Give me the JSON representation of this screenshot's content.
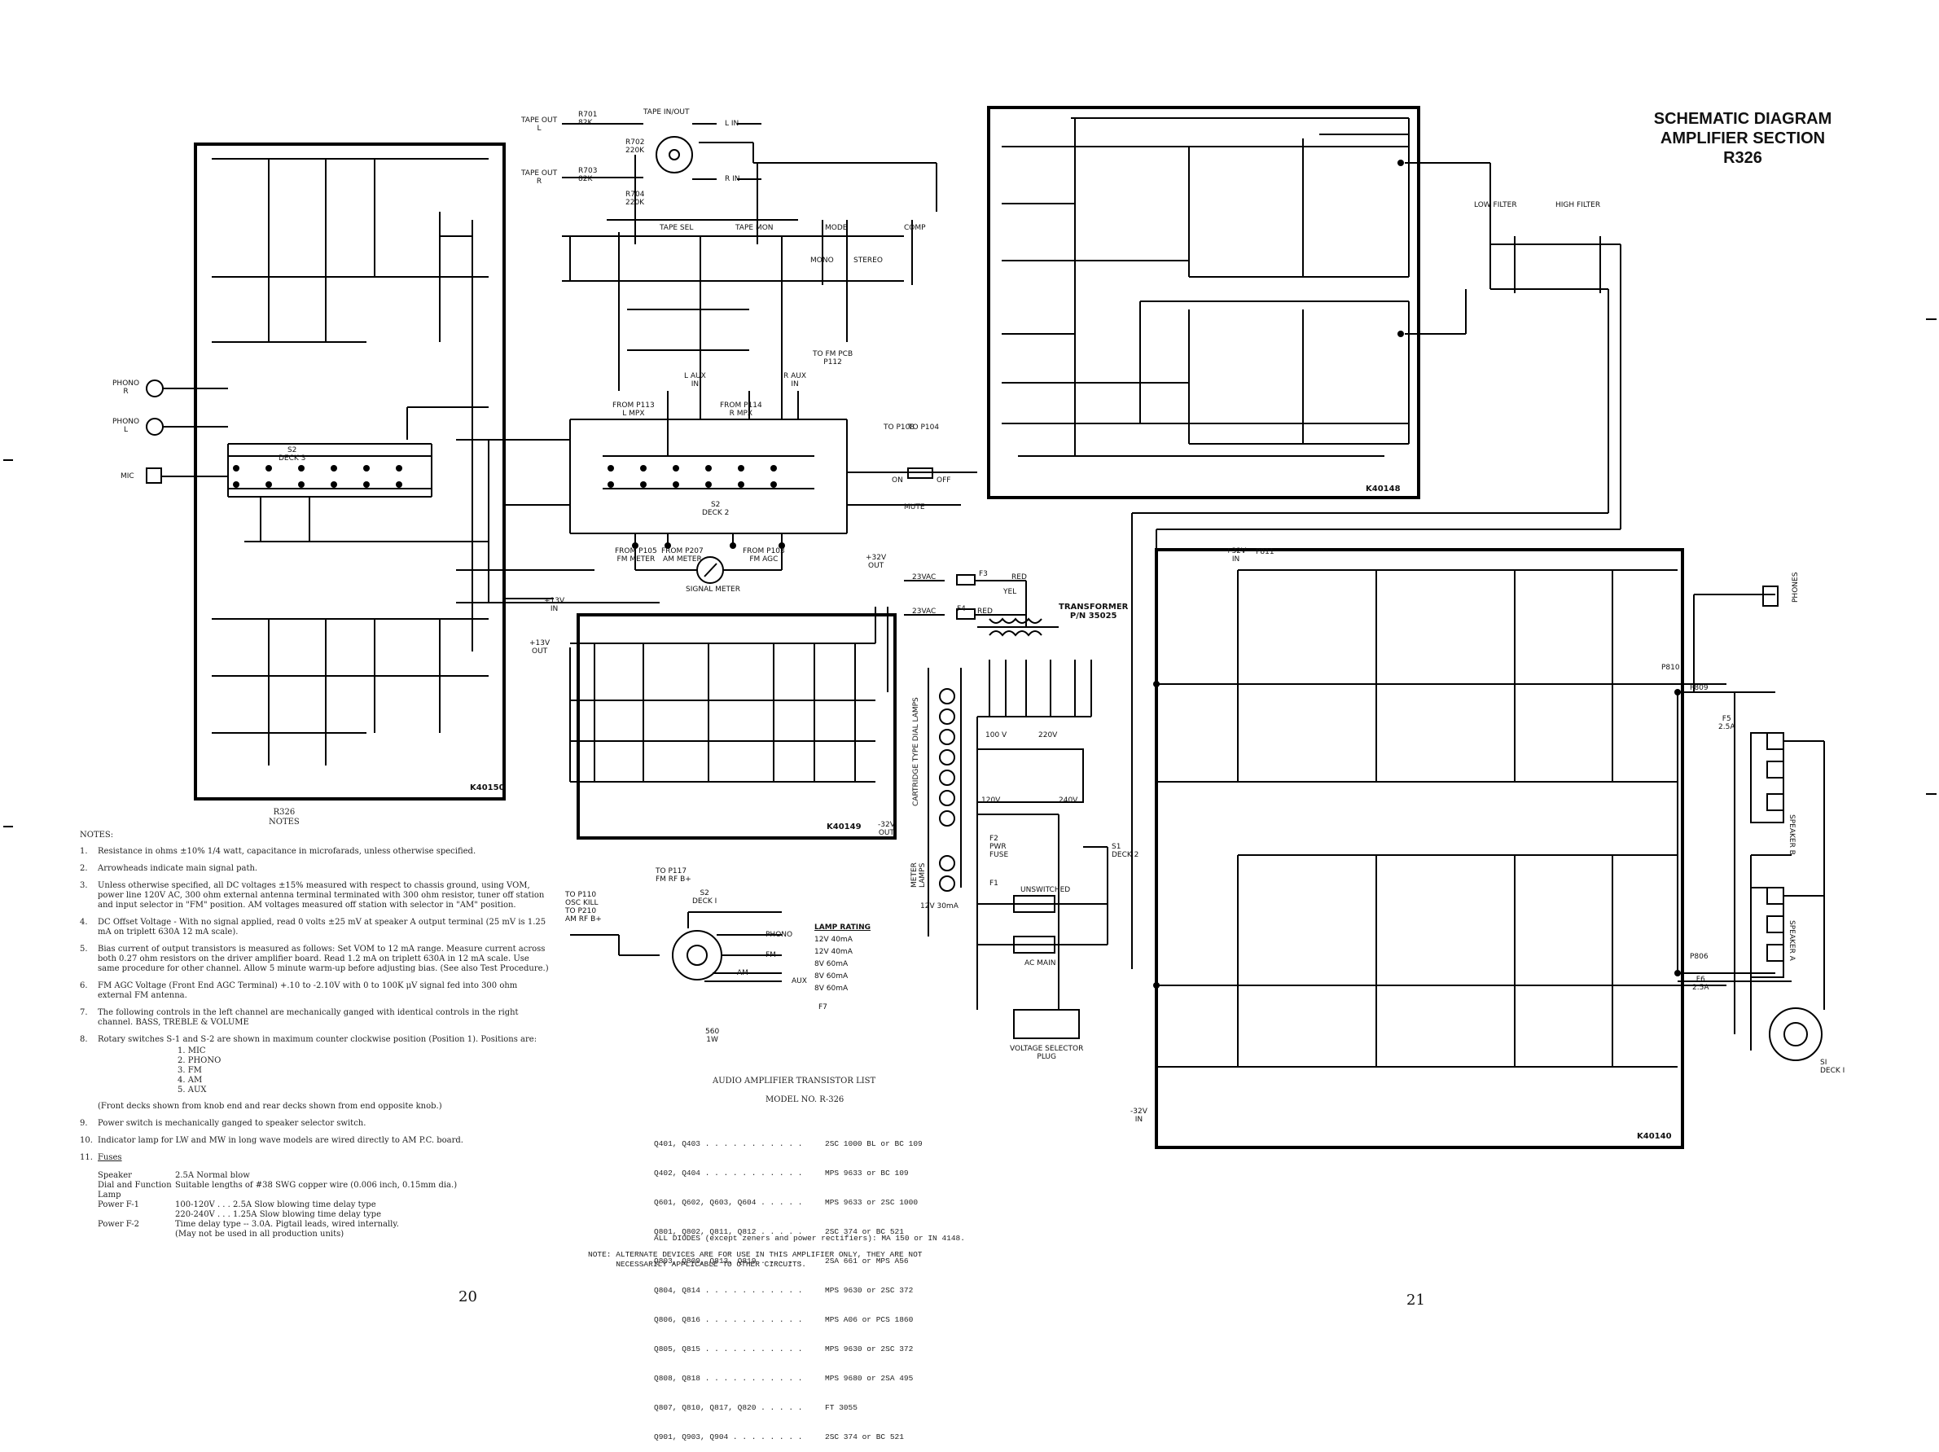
{
  "title": {
    "line1": "SCHEMATIC DIAGRAM",
    "line2": "AMPLIFIER SECTION",
    "line3": "R326"
  },
  "boards": {
    "preamp": "K40150",
    "power_supply": "K40149",
    "tone": "K40148",
    "output": "K40140"
  },
  "labels": {
    "tape_in_out": "TAPE IN/OUT",
    "tape_out_l": "TAPE OUT\nL",
    "tape_out_r": "TAPE OUT\nR",
    "r701": "R701\n82K",
    "r703": "R703\n82K",
    "r702": "R702\n220K",
    "r704": "R704\n220K",
    "l_in": "L IN",
    "r_in": "R IN",
    "tape_sel": "TAPE SEL",
    "tape_mon": "TAPE MON",
    "mode": "MODE",
    "mono": "MONO",
    "stereo": "STEREO",
    "comp": "COMP",
    "to_fm_pcb": "TO FM PCB\nP112",
    "low_filter": "LOW FILTER",
    "high_filter": "HIGH FILTER",
    "phono_r": "PHONO\nR",
    "phono_l": "PHONO\nL",
    "mic": "MIC",
    "s2_deck3": "S2\nDECK 3",
    "s2_deck2": "S2\nDECK 2",
    "signal_meter": "SIGNAL METER",
    "from_p105": "FROM P105\nFM METER",
    "from_p207": "FROM P207\nAM METER",
    "from_p103": "FROM P103\nFM AGC",
    "from_p113": "FROM P113\nL MPX",
    "from_p114": "FROM P114\nR MPX",
    "l_aux_in": "L AUX\nIN",
    "r_aux_in": "R AUX\nIN",
    "mute": "MUTE",
    "on": "ON",
    "off": "OFF",
    "to_p108": "TO P108",
    "to_p104": "TO P104",
    "plus13v_in": "+13V\nIN",
    "plus13v_out": "+13V\nOUT",
    "plus32v_out": "+32V\nOUT",
    "minus32v_out": "-32V\nOUT",
    "vac23": "23VAC",
    "f3": "F3",
    "f4": "F4",
    "red": "RED",
    "yel": "YEL",
    "transformer": "TRANSFORMER\nP/N 35025",
    "cartridge_lamps": "CARTRIDGE TYPE DIAL LAMPS",
    "meter_lamps": "METER\nLAMPS",
    "lamp_12v": "12V 30mA",
    "v100": "100 V",
    "v220": "220V",
    "v120": "120V",
    "v240": "240V",
    "f2_pwr_fuse": "F2\nPWR\nFUSE",
    "f1": "F1",
    "unswitched": "UNSWITCHED",
    "ac_main": "AC MAIN",
    "s1_deck2": "S1\nDECK 2",
    "voltage_selector": "VOLTAGE SELECTOR\nPLUG",
    "s2_deck1": "S2\nDECK I",
    "to_p110": "TO P110\nOSC KILL\nTO P210\nAM RF B+",
    "to_p117": "TO P117\nFM RF B+",
    "phono": "PHONO",
    "fm": "FM",
    "am": "AM",
    "aux": "AUX",
    "f7": "F7",
    "r560": "560\n1W",
    "phones": "PHONES",
    "speaker_a": "SPEAKER A",
    "speaker_b": "SPEAKER B",
    "s1_deck1": "SI\nDECK I",
    "plus32v_in": "+32V\nIN",
    "minus32v_in": "-32V\nIN",
    "f5": "F5\n2.5A",
    "f6": "F6\n2.5A",
    "p811": "P811",
    "p806": "P806",
    "p809": "P809",
    "p810": "P810"
  },
  "lamp_rating": {
    "header": "LAMP RATING",
    "rows": [
      "12V 40mA",
      "12V 40mA",
      "8V 60mA",
      "8V 60mA",
      "8V 60mA"
    ]
  },
  "notes_title": "R326\nNOTES",
  "notes_heading": "NOTES:",
  "notes": [
    {
      "n": "1.",
      "text": "Resistance in ohms ±10% 1/4 watt, capacitance in microfarads, unless otherwise specified."
    },
    {
      "n": "2.",
      "text": "Arrowheads indicate main signal path."
    },
    {
      "n": "3.",
      "text": "Unless otherwise specified, all DC voltages ±15% measured with respect to chassis ground, using VOM, power line 120V AC, 300 ohm external antenna terminal terminated with 300 ohm resistor, tuner off station and input selector in \"FM\" position. AM voltages measured off station with selector in \"AM\" position."
    },
    {
      "n": "4.",
      "text": "DC Offset Voltage - With no signal applied, read 0 volts ±25 mV at speaker A output terminal (25 mV is 1.25 mA on triplett 630A 12 mA scale)."
    },
    {
      "n": "5.",
      "text": "Bias current of output transistors is measured as follows: Set VOM to 12 mA range. Measure current across both 0.27 ohm resistors on the driver amplifier board. Read 1.2 mA on triplett 630A in 12 mA scale. Use same procedure for other channel. Allow 5 minute warm-up before adjusting bias. (See also Test Procedure.)"
    },
    {
      "n": "6.",
      "text": "FM AGC Voltage (Front End AGC Terminal) +.10 to -2.10V with 0 to 100K μV signal fed into 300 ohm external FM antenna."
    },
    {
      "n": "7.",
      "text": "The following controls in the left channel are mechanically ganged with identical controls in the right channel. BASS, TREBLE & VOLUME"
    },
    {
      "n": "8.",
      "text": "Rotary switches S-1 and S-2 are shown in maximum counter clockwise position (Position 1). Positions are:"
    }
  ],
  "positions": [
    "1.  MIC",
    "2.  PHONO",
    "3.  FM",
    "4.  AM",
    "5.  AUX"
  ],
  "notes_after": [
    {
      "n": "",
      "text": "(Front decks shown from knob end and rear decks shown from end opposite knob.)"
    },
    {
      "n": "9.",
      "text": "Power switch is mechanically ganged to speaker selector switch."
    },
    {
      "n": "10.",
      "text": "Indicator lamp for LW and MW in long wave models are wired directly to AM P.C. board."
    },
    {
      "n": "11.",
      "text": "Fuses"
    }
  ],
  "fuses": [
    {
      "name": "Speaker",
      "value": "2.5A Normal blow"
    },
    {
      "name": "Dial and Function Lamp",
      "value": "Suitable lengths of #38 SWG copper wire (0.006 inch, 0.15mm dia.)"
    },
    {
      "name": "Power F-1",
      "value": "100-120V . . . 2.5A Slow blowing time delay type"
    },
    {
      "name": "",
      "value": "220-240V . . . 1.25A Slow blowing time delay type"
    },
    {
      "name": "Power F-2",
      "value": "Time delay type -- 3.0A. Pigtail leads, wired internally."
    },
    {
      "name": "",
      "value": "(May not be used in all production units)"
    }
  ],
  "transistor_list": {
    "title": "AUDIO AMPLIFIER TRANSISTOR LIST",
    "model": "MODEL NO. R-326",
    "rows": [
      {
        "dev": "Q401, Q403 . . . . . . . . . . .",
        "part": "2SC 1000 BL or BC 109"
      },
      {
        "dev": "Q402, Q404 . . . . . . . . . . .",
        "part": "MPS 9633 or BC 109"
      },
      {
        "dev": "Q601, Q602, Q603, Q604 . . . . .",
        "part": "MPS 9633 or 2SC 1000"
      },
      {
        "dev": "Q801, Q802, Q811, Q812 . . . . .",
        "part": "2SC 374 or BC 521"
      },
      {
        "dev": "Q803, Q809, Q813, Q819 . . . . .",
        "part": "2SA 661 or MPS A56"
      },
      {
        "dev": "Q804, Q814 . . . . . . . . . . .",
        "part": "MPS 9630 or 2SC 372"
      },
      {
        "dev": "Q806, Q816 . . . . . . . . . . .",
        "part": "MPS A06 or PCS 1860"
      },
      {
        "dev": "Q805, Q815 . . . . . . . . . . .",
        "part": "MPS 9630 or 2SC 372"
      },
      {
        "dev": "Q808, Q818 . . . . . . . . . . .",
        "part": "MPS 9680 or 2SA 495"
      },
      {
        "dev": "Q807, Q810, Q817, Q820 . . . . .",
        "part": "FT 3055"
      },
      {
        "dev": "Q901, Q903, Q904 . . . . . . . .",
        "part": "2SC 374 or BC 521"
      }
    ],
    "diodes": "ALL DIODES (except zeners and power rectifiers): MA 150 or IN 4148.",
    "note": "NOTE: ALTERNATE DEVICES ARE FOR USE IN THIS AMPLIFIER ONLY, THEY ARE NOT\n      NECESSARILY APPLICABLE TO OTHER CIRCUITS."
  },
  "pages": {
    "left": "20",
    "right": "21"
  }
}
